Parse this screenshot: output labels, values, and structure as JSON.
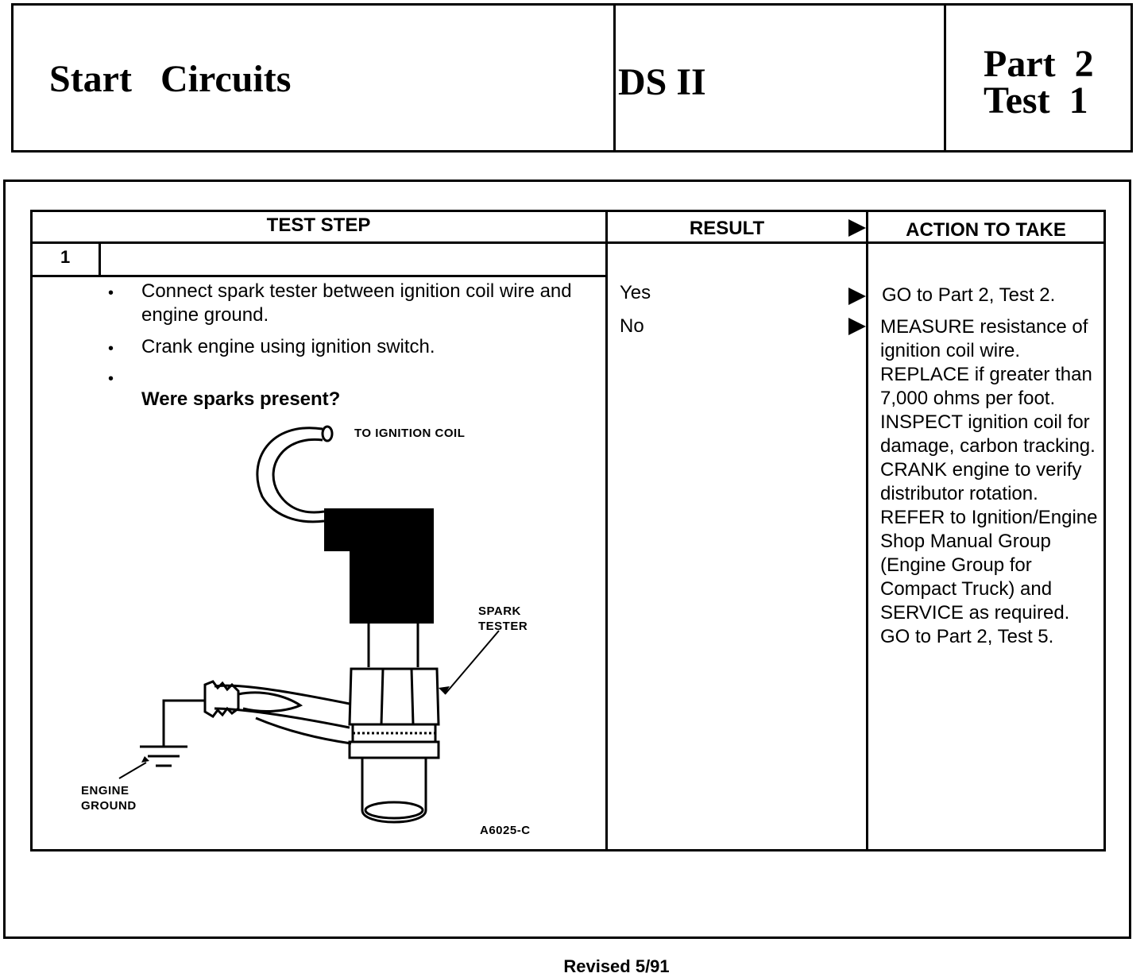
{
  "header": {
    "title": "Start   Circuits",
    "system": "DS II",
    "part_line": "Part  2",
    "test_line": "Test  1"
  },
  "table": {
    "col_test_step": "TEST STEP",
    "col_result": "RESULT",
    "col_action": "ACTION TO TAKE",
    "step_number": "1",
    "instructions": [
      "Connect spark tester between ignition coil wire and engine ground.",
      "Crank engine using ignition switch.",
      ""
    ],
    "question": "Were sparks present?",
    "results": [
      {
        "label": "Yes",
        "action": "GO to Part 2, Test 2."
      },
      {
        "label": "No",
        "action": "MEASURE resistance of ignition coil wire. REPLACE if greater than 7,000 ohms per foot. INSPECT ignition coil for damage, carbon tracking. CRANK engine to verify distributor  rotation. REFER to Ignition/Engine  Shop Manual Group (Engine Group for Compact Truck) and SERVICE as required. GO to Part 2, Test 5."
      }
    ]
  },
  "illustration": {
    "label_coil": "TO IGNITION COIL",
    "label_tester_1": "SPARK",
    "label_tester_2": "TESTER",
    "label_ground_1": "ENGINE",
    "label_ground_2": "GROUND",
    "figure_id": "A6025-C"
  },
  "footer": {
    "revised": "Revised 5/91"
  }
}
